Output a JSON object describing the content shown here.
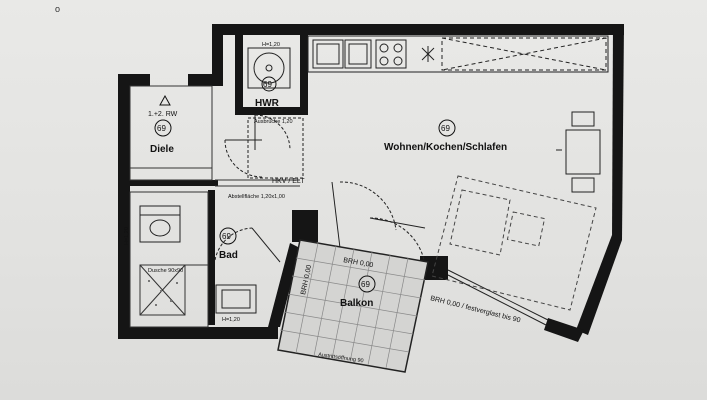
{
  "corner_mark": "o",
  "rooms": {
    "wohnen": {
      "name": "Wohnen/Kochen/Schlafen",
      "number": "69"
    },
    "hwr": {
      "name": "HWR",
      "number": "69",
      "height": "H=1,20"
    },
    "diele": {
      "name": "Diele",
      "number": "69",
      "rw": "1.+2. RW"
    },
    "bad": {
      "name": "Bad",
      "number": "69",
      "height": "H=1,20"
    },
    "balkon": {
      "name": "Balkon",
      "number": "69"
    }
  },
  "labels": {
    "hkv": "HKV / ELT",
    "dusche": "Dusche 90x90",
    "brh_top": "BRH 0,00",
    "brh_left": "BRH 0,00",
    "brh_right": "BRH 0,00 / festverglast bis 90",
    "bad_side": "H=1,20",
    "ausbrueche": "Ausbrüche 1,20",
    "abstellfl": "Abstellfläche 1,20x1,00",
    "austrittsfl": "Austrittsöffnung 90"
  },
  "colors": {
    "wall": "#151515",
    "paper": "#e6e6e4",
    "line": "#333333",
    "tile": "#8a8a8a"
  }
}
